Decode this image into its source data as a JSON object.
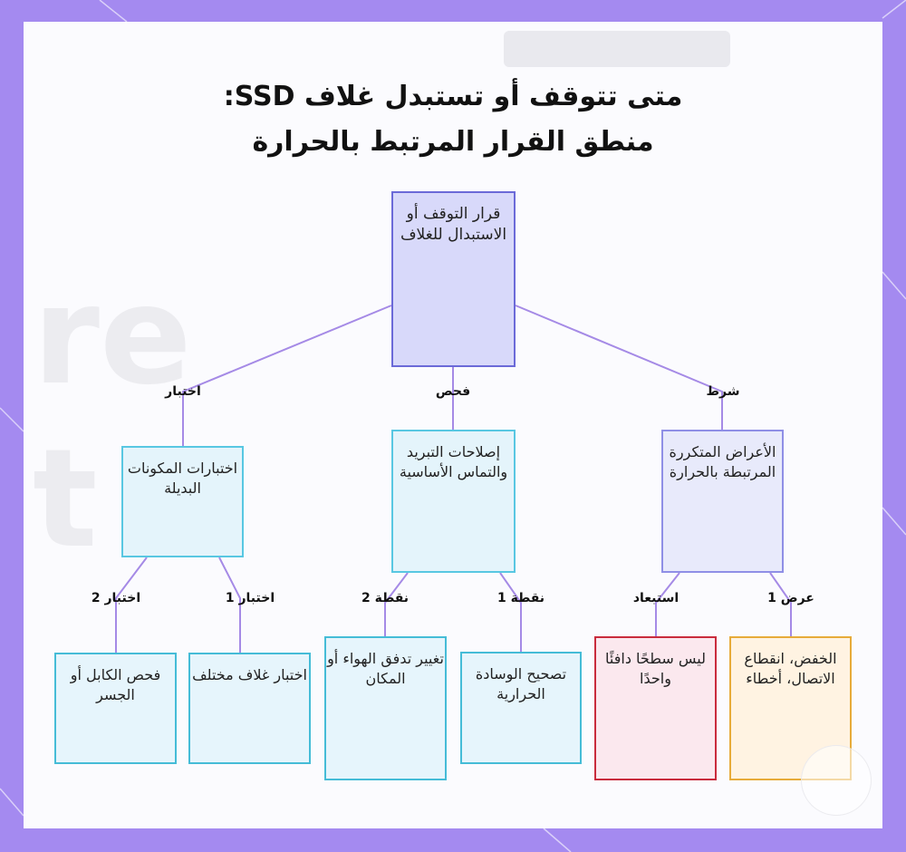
{
  "title": {
    "line1": "متى تتوقف أو تستبدل غلاف SSD:",
    "line2": "منطق القرار المرتبط بالحرارة"
  },
  "nodes": {
    "root": "قرار التوقف أو الاستبدال للغلاف",
    "alt_tests": "اختبارات المكونات البديلة",
    "cooling_fixes": "إصلاحات التبريد والتماس الأساسية",
    "heat_symptoms": "الأعراض المتكررة المرتبطة بالحرارة",
    "check_cable": "فحص الكابل أو الجسر",
    "test_enclosure": "اختبار غلاف مختلف",
    "change_airflow": "تغيير تدفق الهواء أو المكان",
    "fix_pad": "تصحيح الوسادة الحرارية",
    "not_warm": "ليس سطحًا دافئًا واحدًا",
    "throttle": "الخفض، انقطاع الاتصال، أخطاء"
  },
  "edges": {
    "root_alt": "اختبار",
    "root_cool": "فحص",
    "root_sym": "شرط",
    "alt_cable": "اختبار 2",
    "alt_encl": "اختبار 1",
    "cool_air": "نقطة 2",
    "cool_pad": "نقطة 1",
    "sym_not": "استبعاد",
    "sym_thr": "عرض 1"
  },
  "colors": {
    "frame": "#a48af0",
    "connector": "#a58ae6"
  }
}
